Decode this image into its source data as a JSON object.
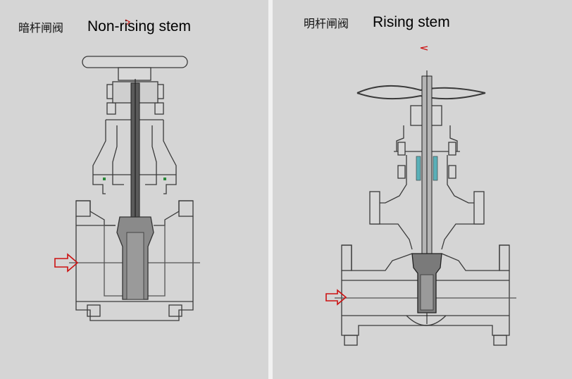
{
  "left_panel": {
    "label_cn": "暗杆闸阀",
    "label_en": "Non-rising stem"
  },
  "right_panel": {
    "label_cn": "明杆闸阀",
    "label_en": "Rising stem"
  },
  "colors": {
    "background": "#d4d4d4",
    "divider": "#f2f2f2",
    "line": "#3a3a3a",
    "flow_arrow": "#cc1111"
  }
}
